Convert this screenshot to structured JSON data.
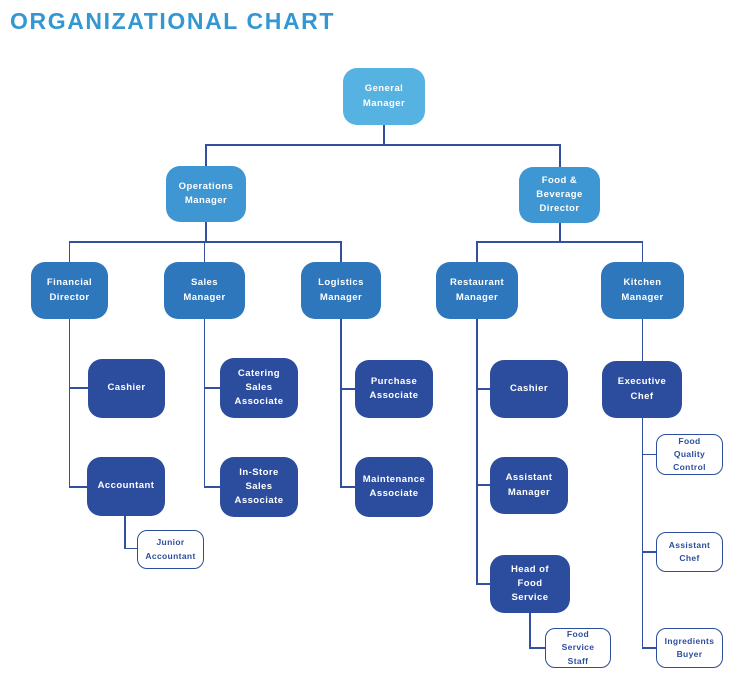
{
  "page_title": "ORGANIZATIONAL CHART",
  "colors": {
    "title": "#3398D2",
    "tier1": "#56B2E0",
    "tier2": "#3E96D2",
    "tier3": "#2E77BD",
    "tier4": "#2C4D9E",
    "outline": "#2C4D9E",
    "line": "#31519E"
  },
  "org": {
    "nodes": [
      {
        "id": "general-manager",
        "label": "General\nManager",
        "tier": 1,
        "reports_to": null
      },
      {
        "id": "operations-manager",
        "label": "Operations\nManager",
        "tier": 2,
        "reports_to": "general-manager"
      },
      {
        "id": "food-beverage-director",
        "label": "Food &\nBeverage\nDirector",
        "tier": 2,
        "reports_to": "general-manager"
      },
      {
        "id": "financial-director",
        "label": "Financial\nDirector",
        "tier": 3,
        "reports_to": "operations-manager"
      },
      {
        "id": "sales-manager",
        "label": "Sales\nManager",
        "tier": 3,
        "reports_to": "operations-manager"
      },
      {
        "id": "logistics-manager",
        "label": "Logistics\nManager",
        "tier": 3,
        "reports_to": "operations-manager"
      },
      {
        "id": "restaurant-manager",
        "label": "Restaurant\nManager",
        "tier": 3,
        "reports_to": "food-beverage-director"
      },
      {
        "id": "kitchen-manager",
        "label": "Kitchen\nManager",
        "tier": 3,
        "reports_to": "food-beverage-director"
      },
      {
        "id": "cashier-operations",
        "label": "Cashier",
        "tier": 4,
        "reports_to": "financial-director"
      },
      {
        "id": "accountant",
        "label": "Accountant",
        "tier": 4,
        "reports_to": "financial-director"
      },
      {
        "id": "catering-sales-associate",
        "label": "Catering\nSales\nAssociate",
        "tier": 4,
        "reports_to": "sales-manager"
      },
      {
        "id": "in-store-sales-associate",
        "label": "In-Store\nSales\nAssociate",
        "tier": 4,
        "reports_to": "sales-manager"
      },
      {
        "id": "purchase-associate",
        "label": "Purchase\nAssociate",
        "tier": 4,
        "reports_to": "logistics-manager"
      },
      {
        "id": "maintenance-associate",
        "label": "Maintenance\nAssociate",
        "tier": 4,
        "reports_to": "logistics-manager"
      },
      {
        "id": "cashier-restaurant",
        "label": "Cashier",
        "tier": 4,
        "reports_to": "restaurant-manager"
      },
      {
        "id": "assistant-manager",
        "label": "Assistant\nManager",
        "tier": 4,
        "reports_to": "restaurant-manager"
      },
      {
        "id": "head-of-food-service",
        "label": "Head of\nFood\nService",
        "tier": 4,
        "reports_to": "restaurant-manager"
      },
      {
        "id": "executive-chef",
        "label": "Executive\nChef",
        "tier": 4,
        "reports_to": "kitchen-manager"
      },
      {
        "id": "junior-accountant",
        "label": "Junior\nAccountant",
        "tier": 5,
        "reports_to": "accountant"
      },
      {
        "id": "food-service-staff",
        "label": "Food\nService\nStaff",
        "tier": 5,
        "reports_to": "head-of-food-service"
      },
      {
        "id": "food-quality-control",
        "label": "Food\nQuality\nControl",
        "tier": 5,
        "reports_to": "executive-chef"
      },
      {
        "id": "assistant-chef",
        "label": "Assistant\nChef",
        "tier": 5,
        "reports_to": "executive-chef"
      },
      {
        "id": "ingredients-buyer",
        "label": "Ingredients\nBuyer",
        "tier": 5,
        "reports_to": "executive-chef"
      }
    ]
  }
}
